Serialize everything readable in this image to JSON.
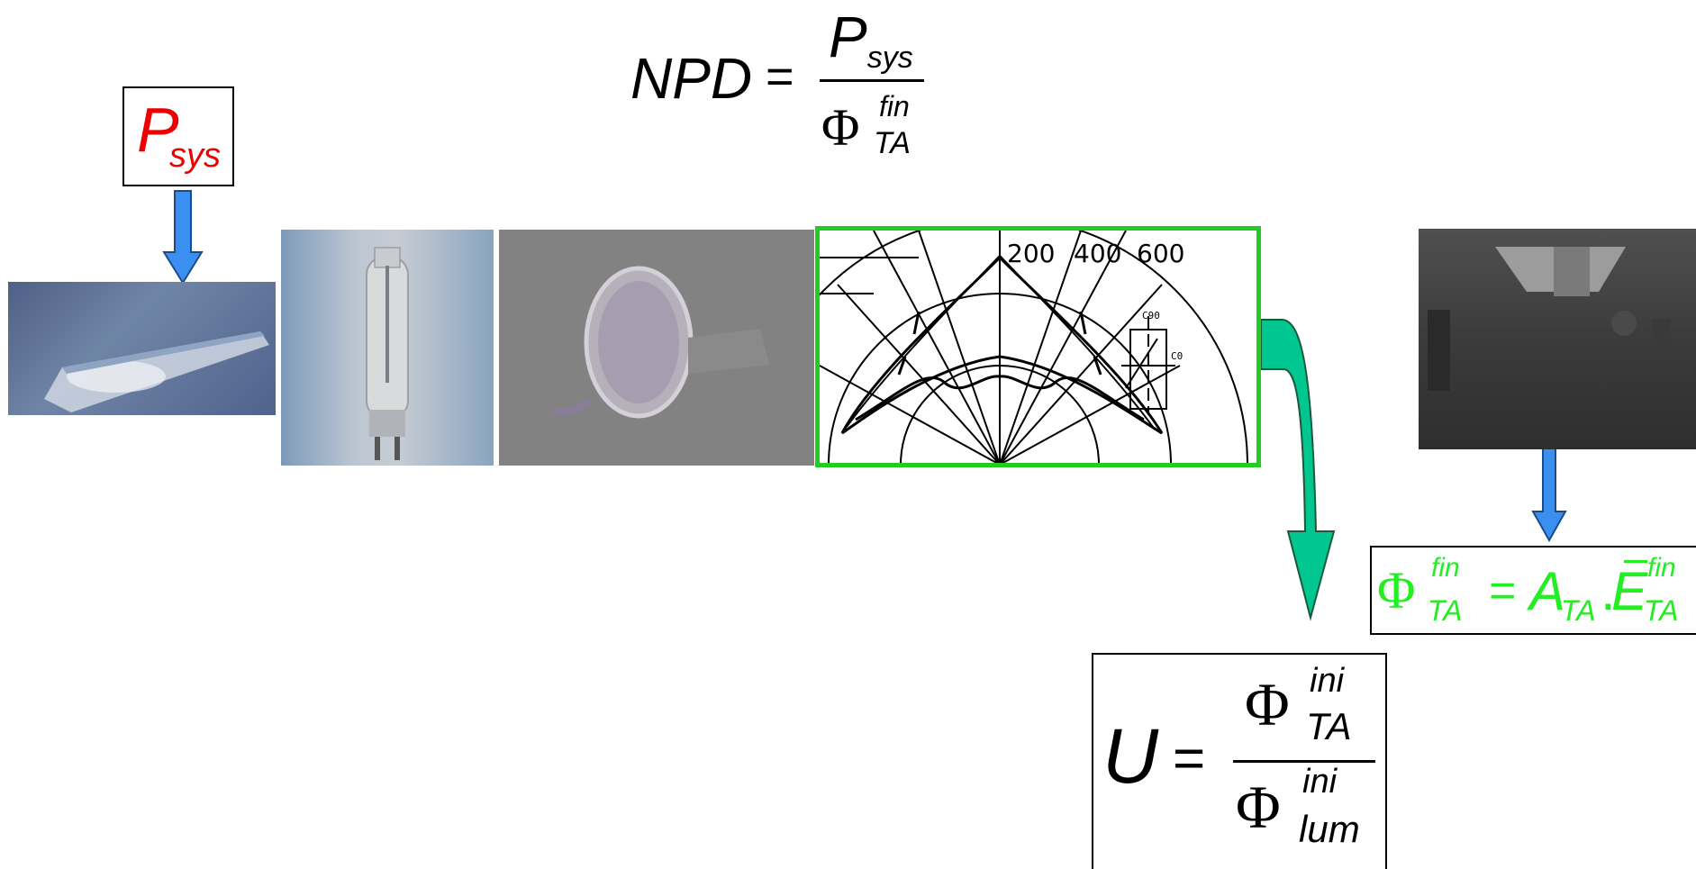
{
  "npd_formula": {
    "lhs": "NPD",
    "equals": "=",
    "numerator_symbol": "P",
    "numerator_sub": "sys",
    "denominator_symbol": "Φ",
    "denominator_sup": "fin",
    "denominator_sub": "TA"
  },
  "psys_label": {
    "symbol": "P",
    "sub": "sys",
    "color": "#ee0000"
  },
  "photos": [
    {
      "name": "luminaire"
    },
    {
      "name": "lamp"
    },
    {
      "name": "reflector"
    },
    {
      "name": "room"
    }
  ],
  "polar_diagram": {
    "scale_labels": [
      "200",
      "400",
      "600"
    ],
    "plane_label_top": "C90",
    "plane_label_right": "C0",
    "frame_color": "#22cc22"
  },
  "phi_ta_formula": {
    "phi": "Φ",
    "phi_sup": "fin",
    "phi_sub": "TA",
    "equals": "=",
    "area": "A",
    "area_sub": "TA",
    "dot": ".",
    "illuminance": "E",
    "illuminance_sup": "fin",
    "illuminance_sub": "TA",
    "color": "#22ee22"
  },
  "u_formula": {
    "lhs": "U",
    "equals": "=",
    "num_phi": "Φ",
    "num_sup": "ini",
    "num_sub": "TA",
    "den_phi": "Φ",
    "den_sup": "ini",
    "den_sub": "lum"
  },
  "arrow_colors": {
    "blue": "#3b8ff0",
    "teal": "#00c690"
  }
}
